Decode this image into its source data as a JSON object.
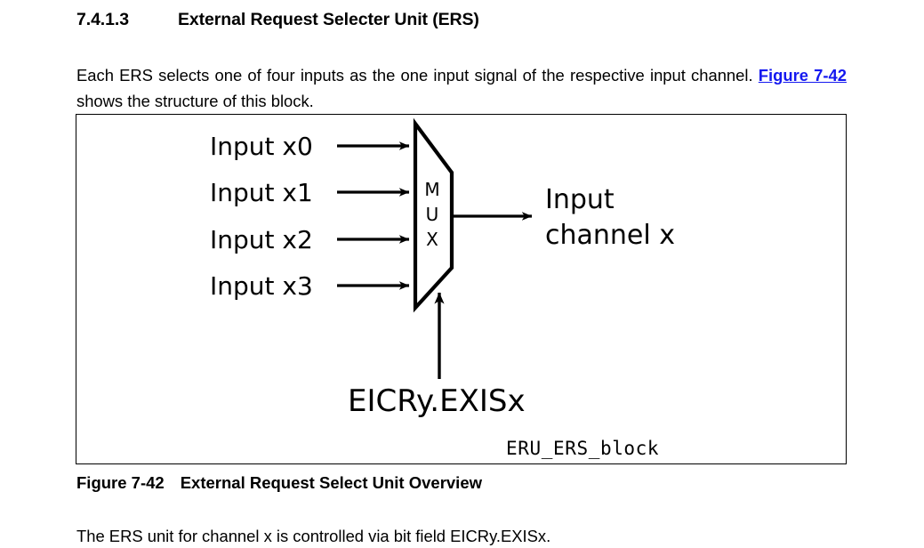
{
  "heading": {
    "number": "7.4.1.3",
    "title": "External Request Selecter Unit (ERS)"
  },
  "intro": {
    "text_before_link": "Each ERS selects one of four inputs as the one input signal of the respective input channel. ",
    "link_text": "Figure 7-42",
    "text_after_link": " shows the structure of this block.",
    "link_color": "#1418f0"
  },
  "figure": {
    "inputs": [
      {
        "label": "Input x0"
      },
      {
        "label": "Input x1"
      },
      {
        "label": "Input x2"
      },
      {
        "label": "Input x3"
      }
    ],
    "mux": {
      "letters": [
        "M",
        "U",
        "X"
      ]
    },
    "output": {
      "line1": "Input",
      "line2": "channel x"
    },
    "control": {
      "label": "EICRy.EXISx"
    },
    "block_tag": "ERU_ERS_block",
    "stroke_color": "#000000"
  },
  "caption": {
    "number": "Figure 7-42",
    "title": "External Request Select Unit Overview"
  },
  "closing": {
    "text": "The ERS unit for channel x is controlled via bit field EICRy.EXISx."
  }
}
